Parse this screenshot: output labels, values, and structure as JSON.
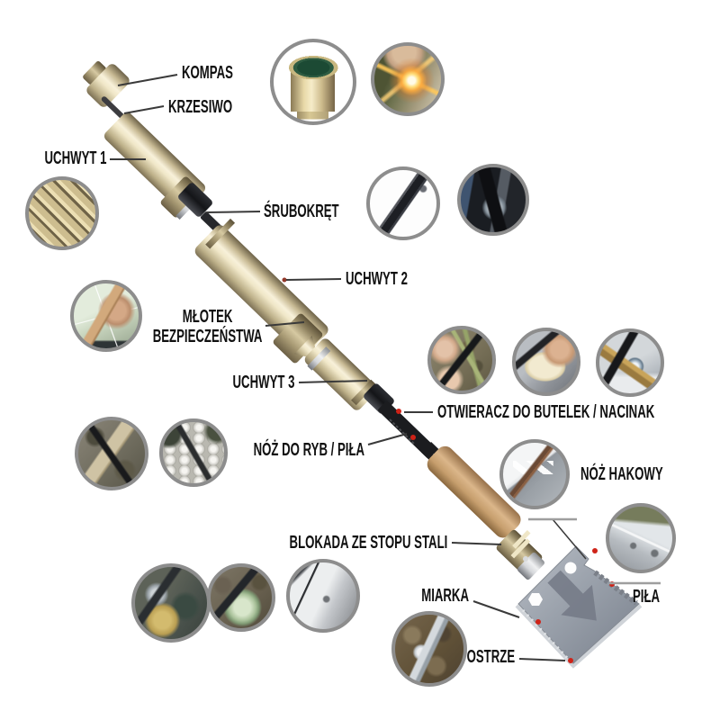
{
  "labels": {
    "kompas": "KOMPAS",
    "krzesiwo": "KRZESIWO",
    "uchwyt1": "UCHWYT 1",
    "srubokret": "ŚRUBOKRĘT",
    "uchwyt2": "UCHWYT 2",
    "mlotek_line1": "MŁOTEK",
    "mlotek_line2": "BEZPIECZEŃSTWA",
    "uchwyt3": "UCHWYT 3",
    "otwieracz": "OTWIERACZ DO BUTELEK / NACINAK",
    "noz_do_ryb": "NÓŻ DO RYB / PIŁA",
    "noz_hakowy": "NÓŻ HAKOWY",
    "blokada": "BLOKADA ZE STOPU STALI",
    "pila": "PIŁA",
    "miarka": "MIARKA",
    "ostrze": "OSTRZE"
  },
  "insets": [
    "compass-photo-inset",
    "fire-striker-photo-inset",
    "knurled-grip-photo-inset",
    "screwdriver-bit-photo-inset",
    "screwdriver-use-photo-inset",
    "safety-hammer-photo-inset",
    "notching-photo-inset",
    "carving-photo-inset",
    "bottle-opening-photo-inset",
    "sawing-branch-photo-inset",
    "fish-scaling-photo-inset",
    "saw-teeth-photo-inset",
    "hook-knife-photo-inset",
    "knife-on-stone-photo-inset",
    "steel-plate-photo-inset",
    "shovel-edge-photo-inset",
    "digging-photo-inset"
  ],
  "colors": {
    "background": "#ffffff",
    "label_text": "#101010",
    "leader_line": "#3a3a3a",
    "leader_line_gray": "#9e9e9e",
    "inset_ring": "#8d8d8d",
    "marker_red": "#cf2318",
    "handle_gold": "#d8cca6",
    "wood_handle": "#c79f74",
    "blade_black": "#1b1c1f",
    "shovel_gray": "#9aa1ab"
  }
}
